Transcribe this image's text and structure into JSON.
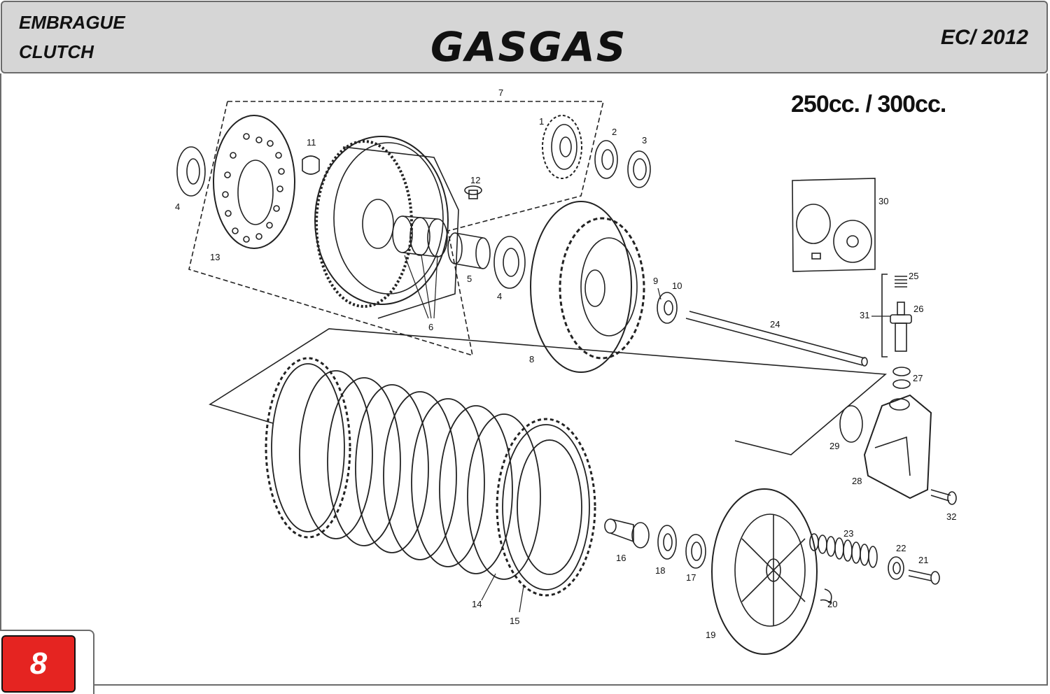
{
  "header": {
    "title_line1": "EMBRAGUE",
    "title_line2": "CLUTCH",
    "brand": "GASGAS",
    "model": "EC/ 2012"
  },
  "engine_label": "250cc. / 300cc.",
  "page_number": "8",
  "callouts": [
    "1",
    "2",
    "3",
    "4",
    "4",
    "5",
    "6",
    "7",
    "8",
    "9",
    "10",
    "11",
    "12",
    "13",
    "14",
    "15",
    "16",
    "17",
    "18",
    "19",
    "20",
    "21",
    "22",
    "23",
    "24",
    "25",
    "26",
    "27",
    "28",
    "29",
    "30",
    "31",
    "32"
  ]
}
